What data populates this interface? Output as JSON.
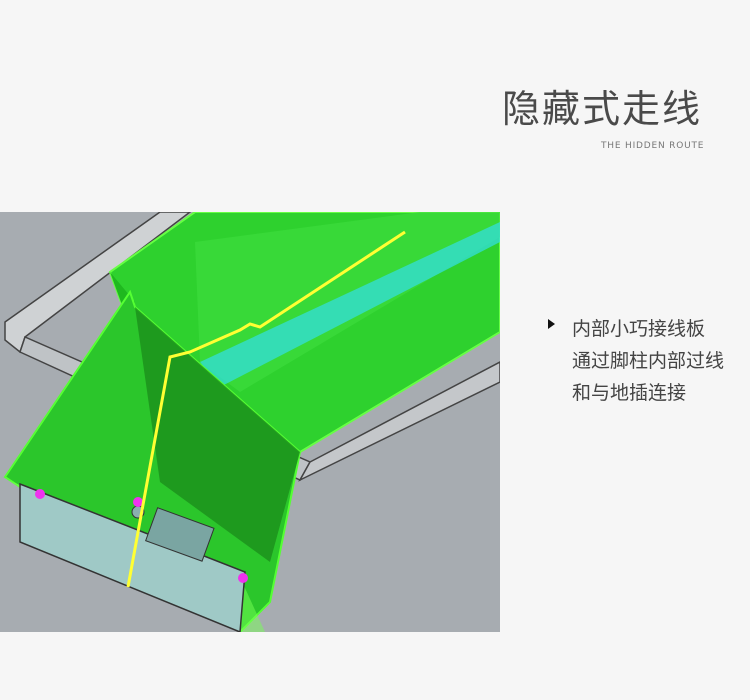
{
  "header": {
    "title": "隐藏式走线",
    "subtitle": "THE HIDDEN ROUTE"
  },
  "description": {
    "lines": [
      "内部小巧接线板",
      "通过脚柱内部过线",
      "和与地插连接"
    ]
  },
  "illustration": {
    "icon": "hidden-wiring-3d-render",
    "colors": {
      "background": "#a7acb1",
      "frame": "#22dd22",
      "cable": "#ffff33",
      "channel": "#33dddd",
      "plate": "#9fc9c6"
    }
  }
}
